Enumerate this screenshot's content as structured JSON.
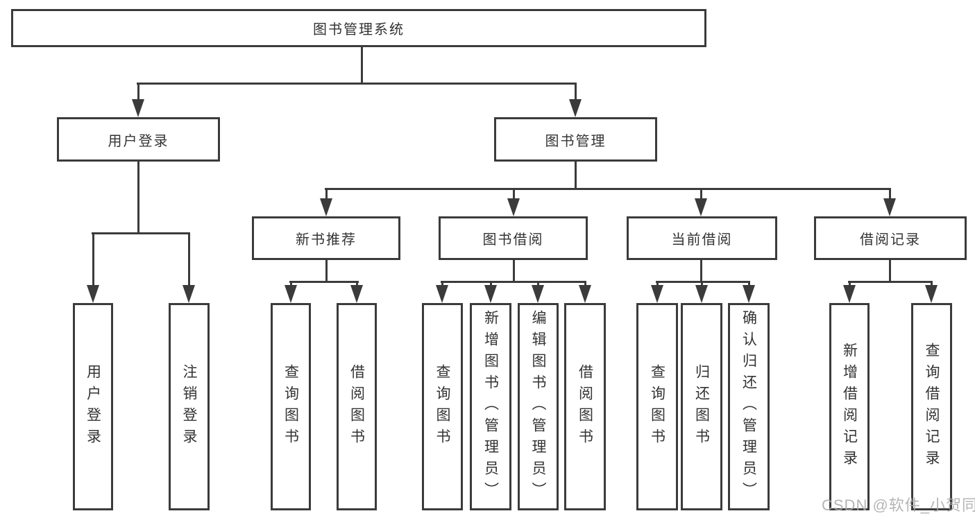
{
  "colors": {
    "line": "#3b3b3b",
    "text": "#333333",
    "watermark_gray": "#a9a9a9",
    "background": "#ffffff"
  },
  "watermark": "CSDN @软件_小贺同学",
  "tree": {
    "label": "图书管理系统",
    "children": [
      {
        "label": "用户登录",
        "children": [
          {
            "label": "用户登录"
          },
          {
            "label": "注销登录"
          }
        ]
      },
      {
        "label": "图书管理",
        "children": [
          {
            "label": "新书推荐",
            "children": [
              {
                "label": "查询图书"
              },
              {
                "label": "借阅图书"
              }
            ]
          },
          {
            "label": "图书借阅",
            "children": [
              {
                "label": "查询图书"
              },
              {
                "label": "新增图书（管理员）"
              },
              {
                "label": "编辑图书（管理员）"
              },
              {
                "label": "借阅图书"
              }
            ]
          },
          {
            "label": "当前借阅",
            "children": [
              {
                "label": "查询图书"
              },
              {
                "label": "归还图书"
              },
              {
                "label": "确认归还（管理员）"
              }
            ]
          },
          {
            "label": "借阅记录",
            "children": [
              {
                "label": "新增借阅记录"
              },
              {
                "label": "查询借阅记录"
              }
            ]
          }
        ]
      }
    ]
  }
}
